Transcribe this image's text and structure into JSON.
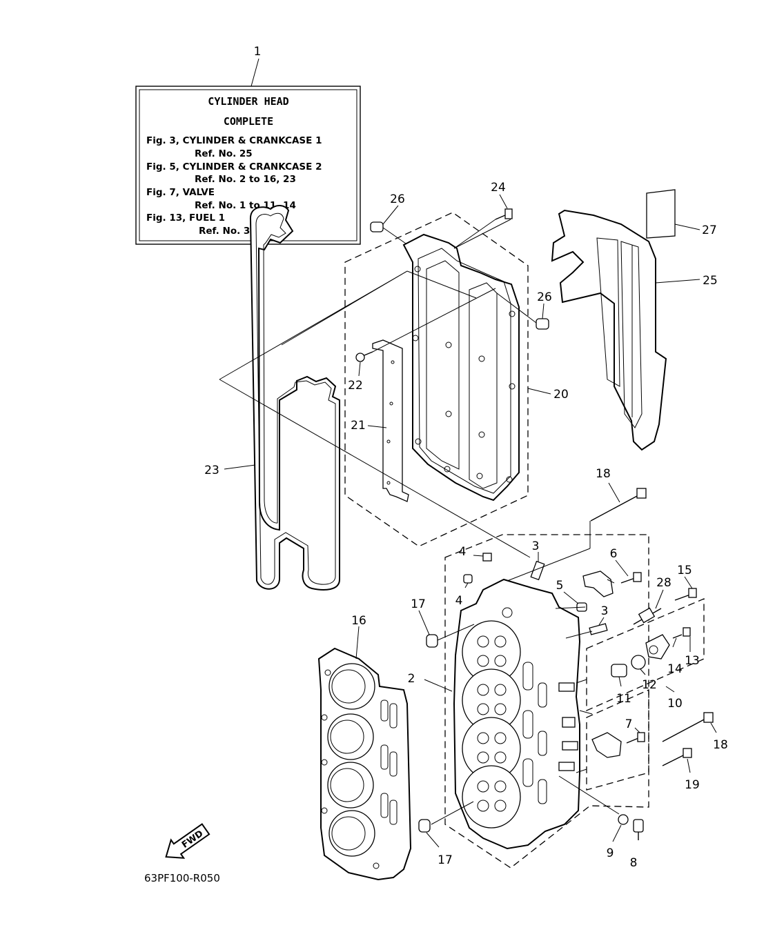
{
  "info_box": {
    "ref_number": "1",
    "title_line1": "CYLINDER  HEAD",
    "title_line2": "COMPLETE",
    "lines": [
      "Fig. 3, CYLINDER & CRANKCASE 1",
      "Ref. No. 25",
      "Fig. 5, CYLINDER & CRANKCASE 2",
      "Ref. No. 2 to 16, 23",
      "Fig. 7, VALVE",
      "Ref. No. 1 to 11, 14",
      "Fig. 13, FUEL 1",
      "Ref. No. 36"
    ]
  },
  "callouts": {
    "c2": "2",
    "c3a": "3",
    "c3b": "3",
    "c4a": "4",
    "c4b": "4",
    "c5": "5",
    "c6": "6",
    "c7": "7",
    "c8": "8",
    "c9": "9",
    "c10": "10",
    "c11": "11",
    "c12": "12",
    "c13": "13",
    "c14": "14",
    "c15": "15",
    "c16": "16",
    "c17a": "17",
    "c17b": "17",
    "c18a": "18",
    "c18b": "18",
    "c19": "19",
    "c20": "20",
    "c21": "21",
    "c22": "22",
    "c23": "23",
    "c24": "24",
    "c25": "25",
    "c26a": "26",
    "c26b": "26",
    "c27": "27",
    "c28": "28"
  },
  "fwd_arrow": "FWD",
  "diagram_code": "63PF100-R050"
}
